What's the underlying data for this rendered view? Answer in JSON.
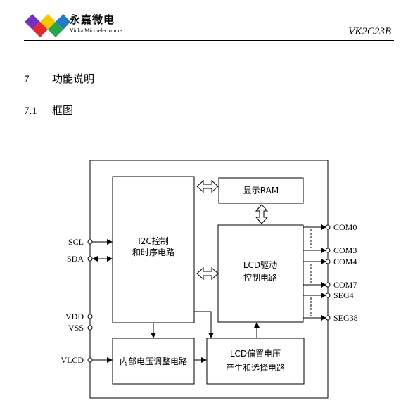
{
  "header": {
    "brand_cn": "永嘉微电",
    "brand_en": "Vinka Microelectronics",
    "model": "VK2C23B"
  },
  "sections": [
    {
      "num": "7",
      "title": "功能说明"
    },
    {
      "num": "7.1",
      "title": "框图"
    }
  ],
  "diagram": {
    "blocks": {
      "i2c": [
        "I2C控制",
        "和时序电路"
      ],
      "ram": "显示RAM",
      "lcd_driver": [
        "LCD驱动",
        "控制电路"
      ],
      "regulator": "内部电压调整电路",
      "bias": [
        "LCD偏置电压",
        "产生和选择电路"
      ]
    },
    "left_pins": [
      "SCL",
      "SDA",
      "VDD",
      "VSS",
      "VLCD"
    ],
    "right_pins": [
      "COM0",
      "COM3",
      "COM4",
      "COM7",
      "SEG4",
      "SEG38"
    ]
  },
  "colors": {
    "logo_purple": "#7b2fbe",
    "logo_red": "#e8262b",
    "logo_yellow": "#f6c800",
    "logo_green": "#23a84a",
    "logo_blue": "#1f7ac9"
  }
}
